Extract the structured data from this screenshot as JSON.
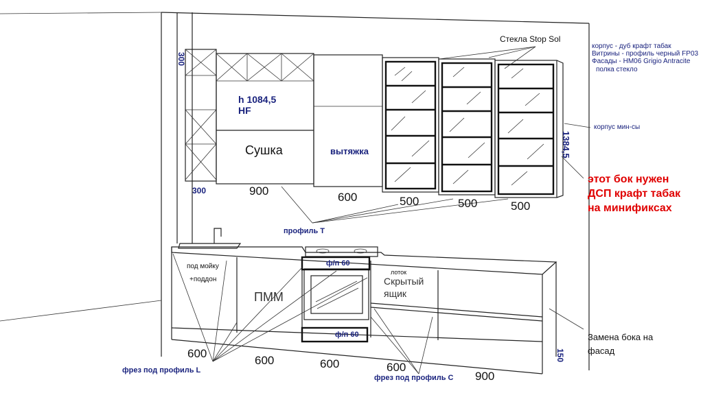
{
  "upper": {
    "h_label": "h 1084,5",
    "hf_label": "HF",
    "dryer": "Сушка",
    "hood": "вытяжка",
    "glass": "Стекла Stop Sol",
    "dim_300_top": "300",
    "dim_300_left": "300",
    "dim_1384": "1384,5"
  },
  "notes": {
    "line1": "корпус - дуб крафт табак",
    "line2": "Витрины - профиль черный FP03",
    "line3": "Фасады - HM06 Grigio Antracite",
    "line4": "полка стекло",
    "body_min": "корпус мин-сы"
  },
  "warning": {
    "line1": "этот бок нужен",
    "line2": "ДСП крафт табак",
    "line3": "на минификсах"
  },
  "upper_dims": {
    "d900": "900",
    "d600": "600",
    "d500a": "500",
    "d500b": "500",
    "d500c": "500",
    "profile_t": "профиль Т"
  },
  "lower": {
    "sink_note1": "под мойку",
    "sink_note2": "+поддон",
    "dishwasher": "ПММ",
    "fp60_top": "ф/п 60",
    "fp60_bottom": "ф/п 60",
    "tray": "лоток",
    "hidden1": "Скрытый",
    "hidden2": "ящик",
    "replace1": "Замена бока на",
    "replace2": "фасад",
    "dim_150": "150"
  },
  "lower_dims": {
    "d600a": "600",
    "d600b": "600",
    "d600c": "600",
    "d600d": "600",
    "d900": "900",
    "profile_l": "фрез под профиль L",
    "profile_c": "фрез под профиль С"
  }
}
